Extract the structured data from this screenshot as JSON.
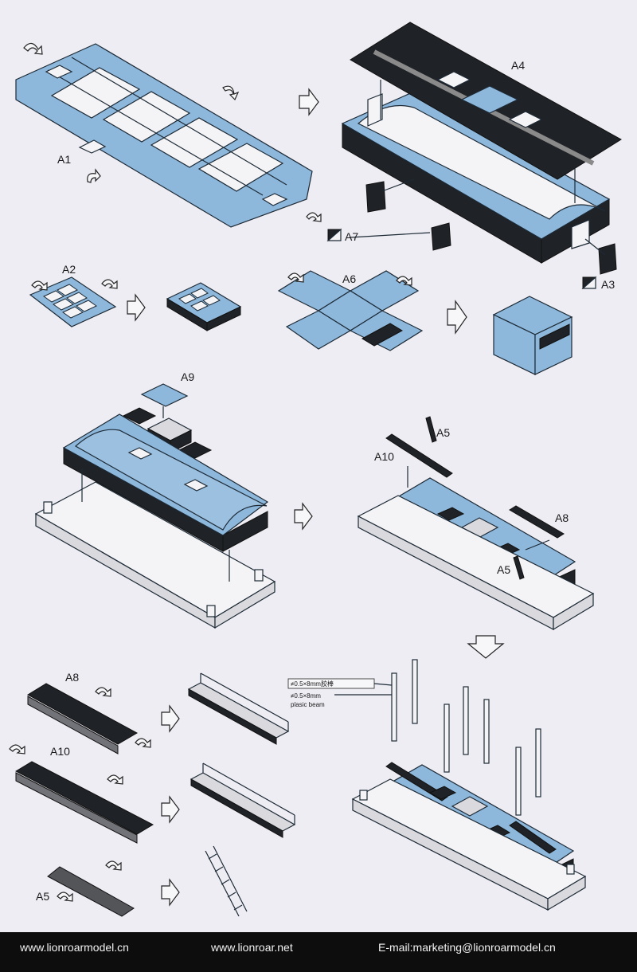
{
  "labels": {
    "a1": "A1",
    "a2": "A2",
    "a3": "A3",
    "a4": "A4",
    "a5": "A5",
    "a5b": "A5",
    "a5c": "A5",
    "a6": "A6",
    "a7": "A7",
    "a8": "A8",
    "a8b": "A8",
    "a9": "A9",
    "a10": "A10",
    "a10b": "A10"
  },
  "beam_note": {
    "line1": "≠0.5×8mm胶棒",
    "line2": "≠0.5×8mm",
    "line3": "plasic beam"
  },
  "footer": {
    "website1": "www.lionroarmodel.cn",
    "website2": "www.lionroar.net",
    "email": "E-mail:marketing@lionroarmodel.cn"
  },
  "colors": {
    "part_blue": "#8db8dc",
    "dark": "#1f2226",
    "footer_bg": "#0d0d0d"
  }
}
